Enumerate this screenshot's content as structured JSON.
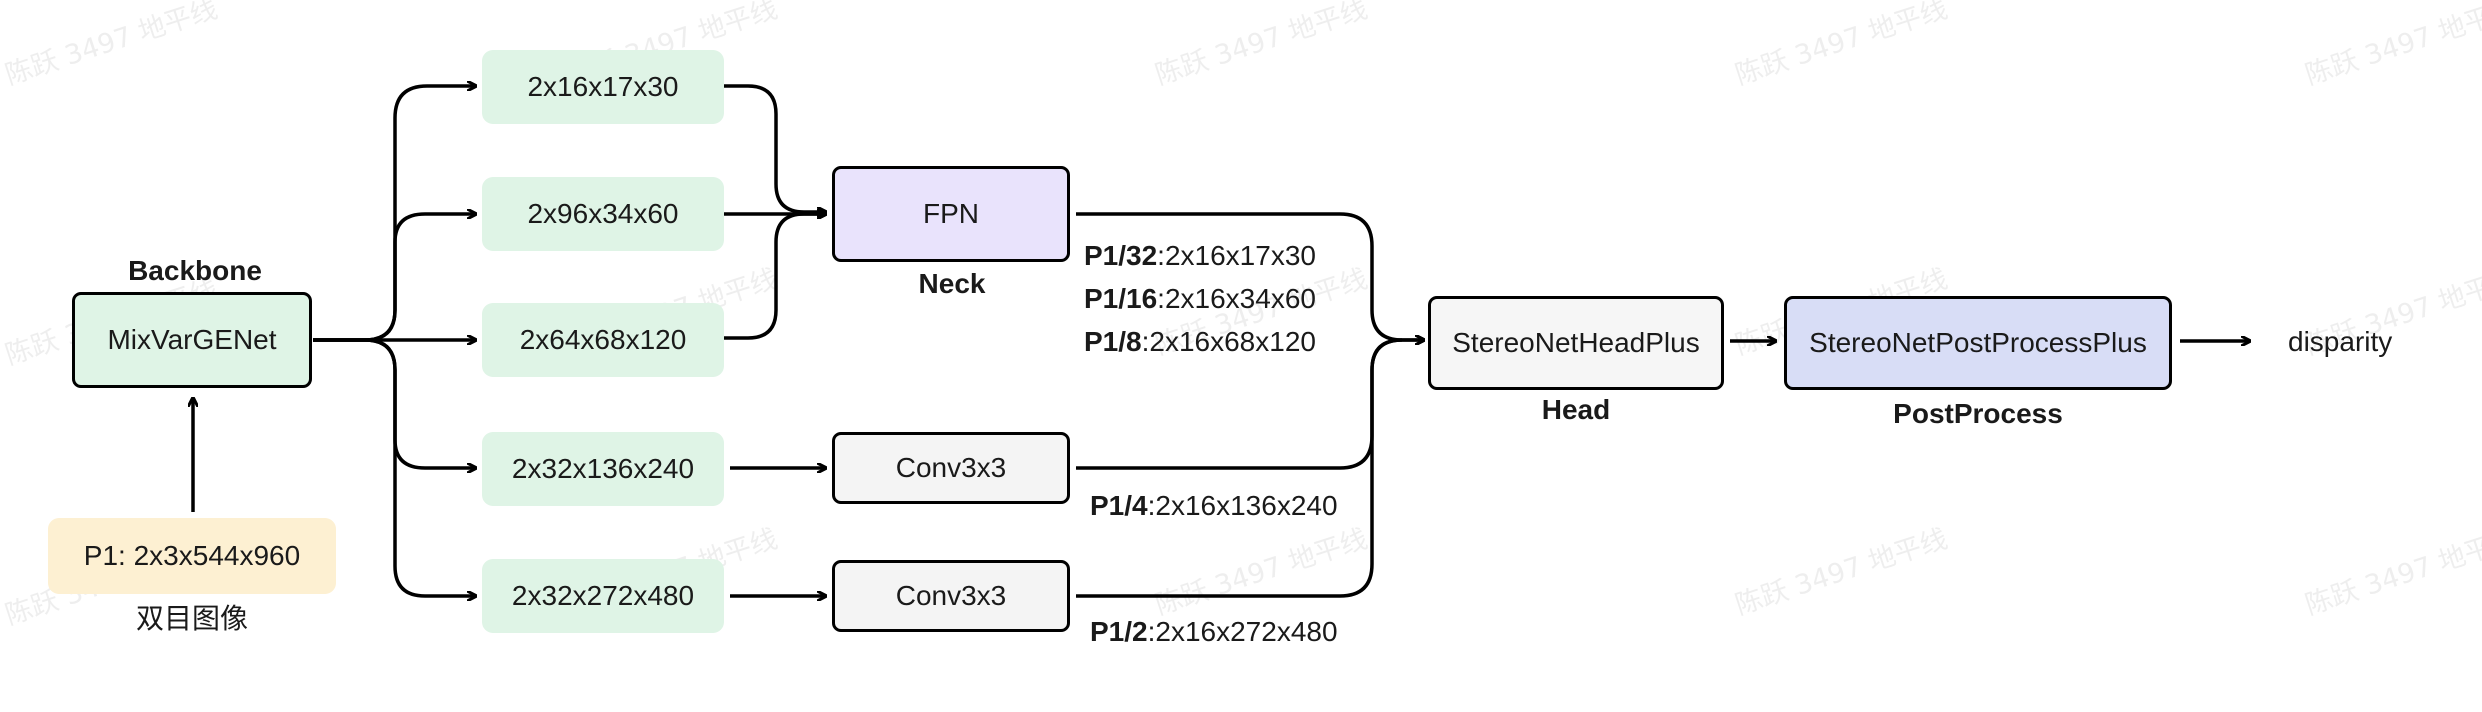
{
  "colors": {
    "input_fill": "#fdf0d2",
    "feature_fill": "#dff4e6",
    "fpn_fill": "#e9e3fc",
    "conv_fill": "#f4f4f4",
    "head_fill": "#f6f6f6",
    "post_fill": "#d8ddf6",
    "line": "#000000"
  },
  "watermark": "陈跃 3497 地平线",
  "input": {
    "label": "P1: 2x3x544x960",
    "caption": "双目图像"
  },
  "backbone": {
    "title": "Backbone",
    "label": "MixVarGENet"
  },
  "features": [
    {
      "label": "2x16x17x30"
    },
    {
      "label": "2x96x34x60"
    },
    {
      "label": "2x64x68x120"
    },
    {
      "label": "2x32x136x240"
    },
    {
      "label": "2x32x272x480"
    }
  ],
  "fpn": {
    "label": "FPN",
    "caption": "Neck"
  },
  "convs": [
    {
      "label": "Conv3x3"
    },
    {
      "label": "Conv3x3"
    }
  ],
  "scales": [
    {
      "key": "P1/32",
      "value": ":2x16x17x30"
    },
    {
      "key": "P1/16",
      "value": ":2x16x34x60"
    },
    {
      "key": "P1/8",
      "value": ":2x16x68x120"
    },
    {
      "key": "P1/4",
      "value": ":2x16x136x240"
    },
    {
      "key": "P1/2",
      "value": ":2x16x272x480"
    }
  ],
  "head": {
    "label": "StereoNetHeadPlus",
    "caption": "Head"
  },
  "post": {
    "label": "StereoNetPostProcessPlus",
    "caption": "PostProcess"
  },
  "output": {
    "label": "disparity"
  }
}
